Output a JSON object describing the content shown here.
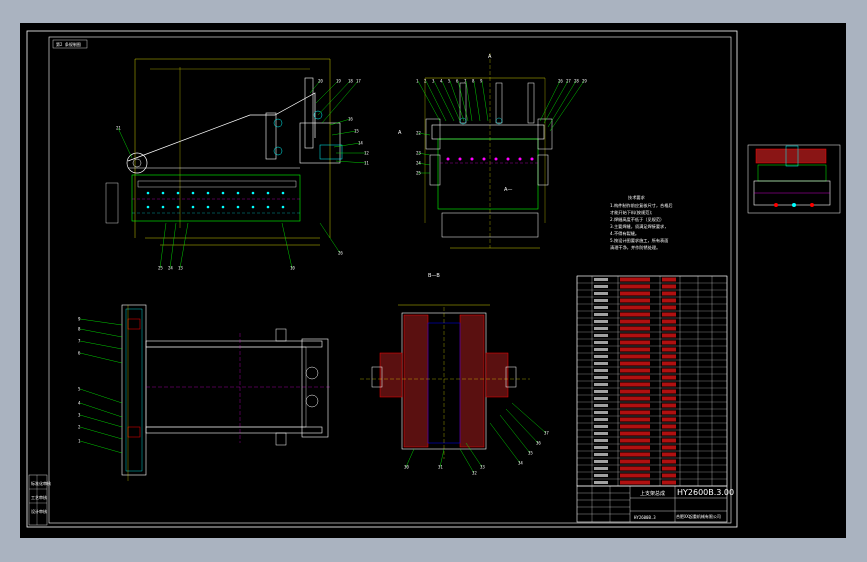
{
  "drawing": {
    "revision_box": "第2 条规制图",
    "section_marks": {
      "a_top": "A",
      "a_side": "A",
      "a_bottom": "A—",
      "section_bb": "B—B"
    },
    "tech_notes": {
      "title": "技术要求",
      "lines": [
        "1.构件制作前应复核尺寸，合格后",
        "才能开始下料(按规范);",
        "2.焊缝高度不低于（见规范）",
        "3.主要焊缝，须满足焊接要求，",
        "4.不得有裂缝。",
        "5.按设计图要求施工，所有表面",
        "清理干净，并作防锈处理。"
      ]
    },
    "title_block": {
      "drawing_no": "HY2600B.3.00",
      "name": "上支架总成",
      "company": "合肥XX起重机械有限公司",
      "scale_ref": "HY2600B.3"
    },
    "left_strip": [
      "标准化审核",
      "工艺审核",
      "设计审核"
    ],
    "balloons_front": [
      "21",
      "20",
      "19",
      "18",
      "17",
      "16",
      "15",
      "14",
      "12",
      "11",
      "10",
      "13",
      "24",
      "25",
      "26"
    ],
    "balloons_side": [
      "1",
      "2",
      "3",
      "4",
      "5",
      "6",
      "7",
      "8",
      "9",
      "22",
      "23",
      "24",
      "25",
      "26",
      "27",
      "28",
      "29"
    ],
    "balloons_plan": [
      "1",
      "2",
      "3",
      "4",
      "5",
      "6",
      "7",
      "8",
      "9"
    ],
    "balloons_section": [
      "37",
      "36",
      "35",
      "34",
      "33",
      "32",
      "31",
      "30"
    ]
  }
}
